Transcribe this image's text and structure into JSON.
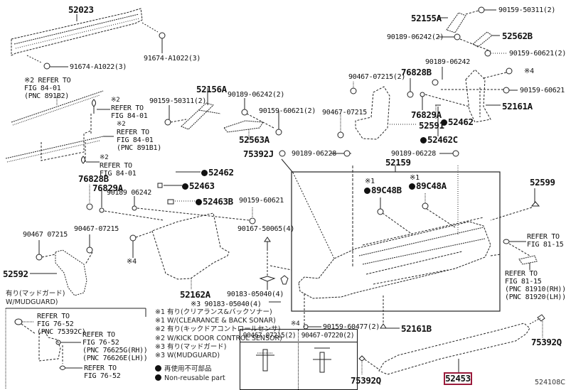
{
  "diagram": {
    "title_code": "524108C",
    "highlighted_part": "52453",
    "part_numbers": {
      "p52023": "52023",
      "p52155A": "52155A",
      "p52562B": "52562B",
      "p52156A": "52156A",
      "p52563A": "52563A",
      "p76828B_top": "76828B",
      "p76829A_top": "76829A",
      "p52591": "52591",
      "p52462_top": "52462",
      "p52462C": "52462C",
      "p52161A": "52161A",
      "p52159": "52159",
      "p75392J": "75392J",
      "p52599": "52599",
      "p76828B_left": "76828B",
      "p76829A_left": "76829A",
      "p52462_mid": "52462",
      "p52463": "52463",
      "p52463B": "52463B",
      "p52592": "52592",
      "p52162A": "52162A",
      "p89C48B": "89C48B",
      "p89C48A": "89C48A",
      "p52161B": "52161B",
      "p75392Q_right": "75392Q",
      "p75392Q_bottom": "75392Q",
      "p52453": "52453"
    },
    "fasteners": {
      "f91674_left": "91674-A1022(3)",
      "f91674_right": "91674-A1022(3)",
      "f90159_50311_top": "90159-50311(2)",
      "f90189_06242_2_top": "90189-06242(2)",
      "f90159_60621_2_top": "90159-60621(2)",
      "f90189_06242_right": "90189-06242",
      "x4_right": "※4",
      "f90159_60621_right": "90159-60621",
      "f90467_07215_2": "90467-07215(2)",
      "f90467_07215_mid": "90467-07215",
      "f90159_50311_left": "90159-50311(2)",
      "f90189_06242_2_mid": "90189-06242(2)",
      "f90159_60621_2_mid": "90159-60621(2)",
      "f90189_06228_a": "90189-06228",
      "f90189_06228_b": "90189-06228",
      "f90189_06242_left": "90189 06242",
      "f90159_60621_left": "90159-60621",
      "f90167_50065": "90167-50065(4)",
      "f90467_07215_l1": "90467 07215",
      "f90467_07215_l2": "90467-07215",
      "x4_left": "※4",
      "f90183_05040_a": "90183-05040(4)",
      "f90183_05040_b": "※3 90183-05040(4)",
      "f90159_60477": "90159-60477(2)"
    },
    "references": {
      "r1": [
        "※2 REFER TO",
        "FIG 84-01",
        "(PNC 891B2)"
      ],
      "r2": [
        "※2",
        "REFER TO",
        "FIG 84-01"
      ],
      "r3": [
        "※2",
        "REFER TO",
        "FIG 84-01",
        "(PNC 891B1)"
      ],
      "r4": [
        "※2",
        "REFER TO",
        "FIG 84-01"
      ],
      "r5": [
        "REFER TO",
        "FIG 81-15"
      ],
      "r6": [
        "REFER TO",
        "FIG 81-15",
        "(PNC 81910(RH))",
        "(PNC 81920(LH))"
      ],
      "m1": [
        "REFER TO",
        "FIG 76-52",
        "(PNC 75392C)"
      ],
      "m2": [
        "REFER TO",
        "FIG 76-52",
        "(PNC 76625G(RH))",
        "(PNC 76626E(LH))"
      ],
      "m3": [
        "REFER TO",
        "FIG 76-52"
      ]
    },
    "marks": {
      "x1a": "※1",
      "x1b": "※1",
      "x4_table": "※4"
    },
    "mudguard_title": [
      "有り(マッドガード)",
      "W/MUDGUARD)"
    ],
    "notes": [
      "※1 有り(クリアランス&バックソナー)",
      "※1 W/(CLEARANCE & BACK SONAR)",
      "※2 有り(キックドアコントロールセンサ)",
      "※2 W/KICK DOOR CONTROL SENSOR)",
      "※3 有り(マッドガード)",
      "※3 W(MUDGUARD)"
    ],
    "legend": [
      "再使用不可部品",
      "Non-reusable part"
    ],
    "clip_table": {
      "headers": [
        "90467-07215(2)",
        "90467-07220(2)"
      ]
    }
  }
}
